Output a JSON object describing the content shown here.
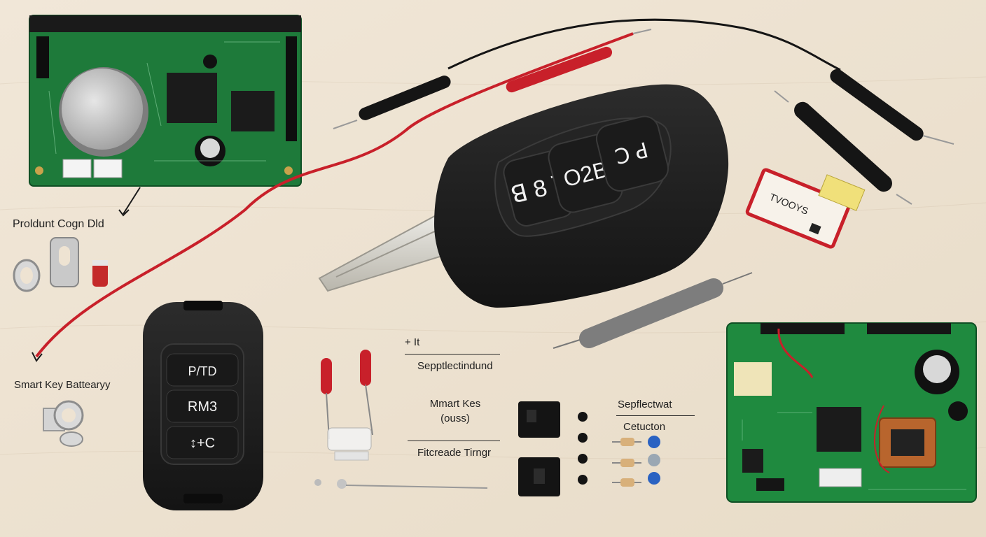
{
  "labels": {
    "product_cogn": "Proldunt Cogn Dld",
    "smart_key_battery": "Smart Key Battearyy",
    "plus_it": "+ It",
    "sepptlect": "Sepptlectindund",
    "mmart_kes_line1": "Mmart Kes",
    "mmart_kes_line2": "(ouss)",
    "fitcreade": "Fitcreade Tirngr",
    "sepflectwat": "Sepflectwat",
    "cetucton": "Cetucton"
  },
  "flip_key": {
    "button_1": "ꓭ 8 ꓶ",
    "button_2": "O2B",
    "button_3": "ꓛ ꓒ"
  },
  "fob": {
    "button_1": "P/TD",
    "button_2": "RM3",
    "button_3": "↕+C"
  },
  "sticker": {
    "text": "TVOOYS"
  },
  "colors": {
    "background": "#eee3d2",
    "pcb": "#1e7a3a",
    "key_body": "#1f1f1f",
    "wire_red": "#c8202a",
    "wire_black": "#151515"
  }
}
